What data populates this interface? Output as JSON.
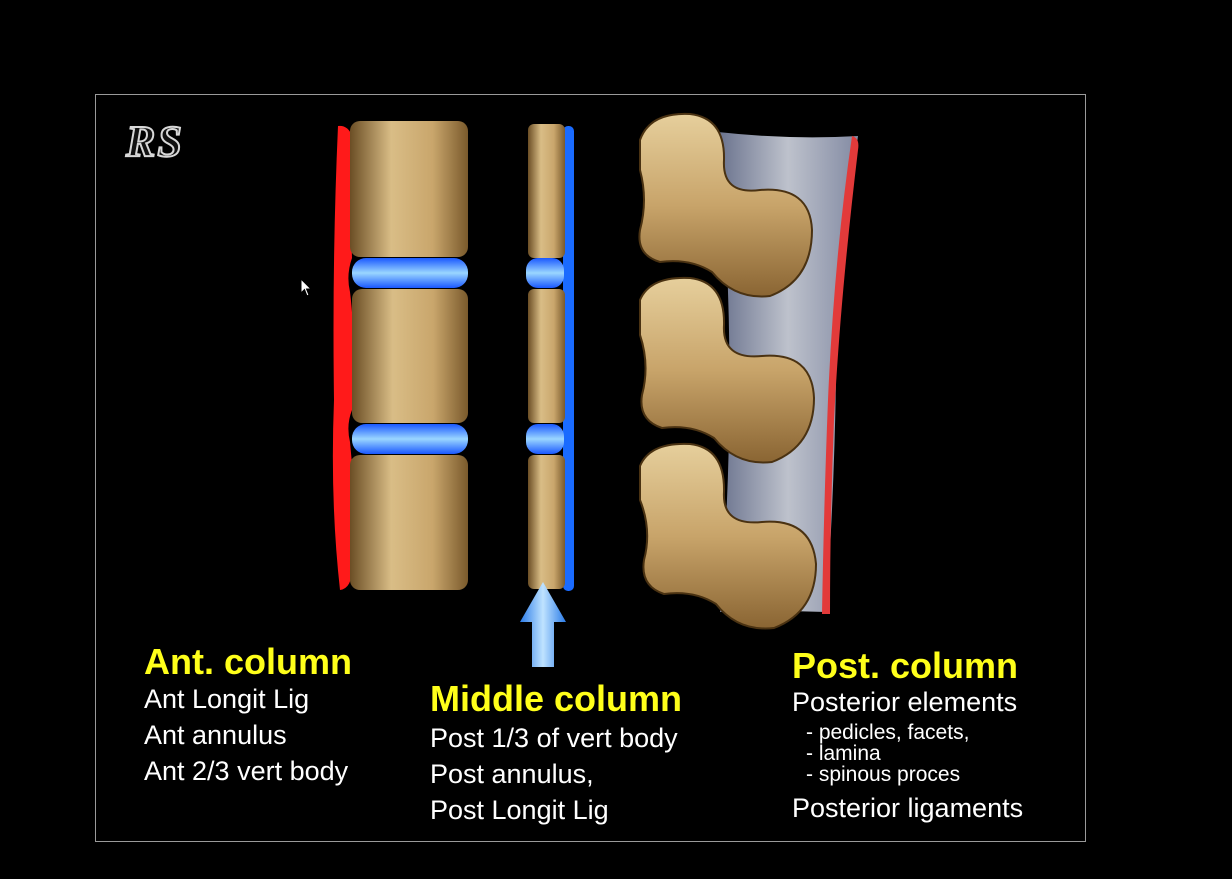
{
  "logo": "RS",
  "columns": {
    "anterior": {
      "title": "Ant. column",
      "items": [
        "Ant Longit Lig",
        "Ant annulus",
        "Ant 2/3 vert body"
      ]
    },
    "middle": {
      "title": "Middle column",
      "items": [
        "Post 1/3 of vert body",
        "Post annulus,",
        "Post Longit Lig"
      ]
    },
    "posterior": {
      "title": "Post. column",
      "items": [
        "Posterior elements",
        "Posterior ligaments"
      ],
      "subitems": [
        "- pedicles, facets,",
        "- lamina",
        "- spinous proces"
      ]
    }
  },
  "colors": {
    "heading": "#ffff1a",
    "ant_ligament": "#ff1a1a",
    "post_ligament": "#1a6bff",
    "disc": "#8fd0ff",
    "bone": "#c9a871"
  }
}
